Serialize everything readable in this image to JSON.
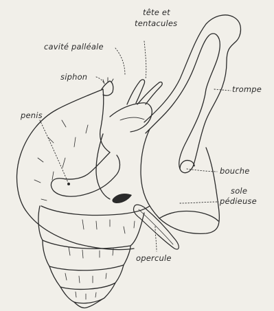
{
  "labels": {
    "tete_line1": "tête et",
    "tete_line2": "tentacules",
    "cavite": "cavité palléale",
    "siphon": "siphon",
    "penis": "penis",
    "trompe": "trompe",
    "bouche": "bouche",
    "sole_line1": "sole",
    "sole_line2": "pédieuse",
    "opercule": "opercule"
  },
  "colors": {
    "background": "#f1efe9",
    "ink": "#2a2a2a"
  }
}
